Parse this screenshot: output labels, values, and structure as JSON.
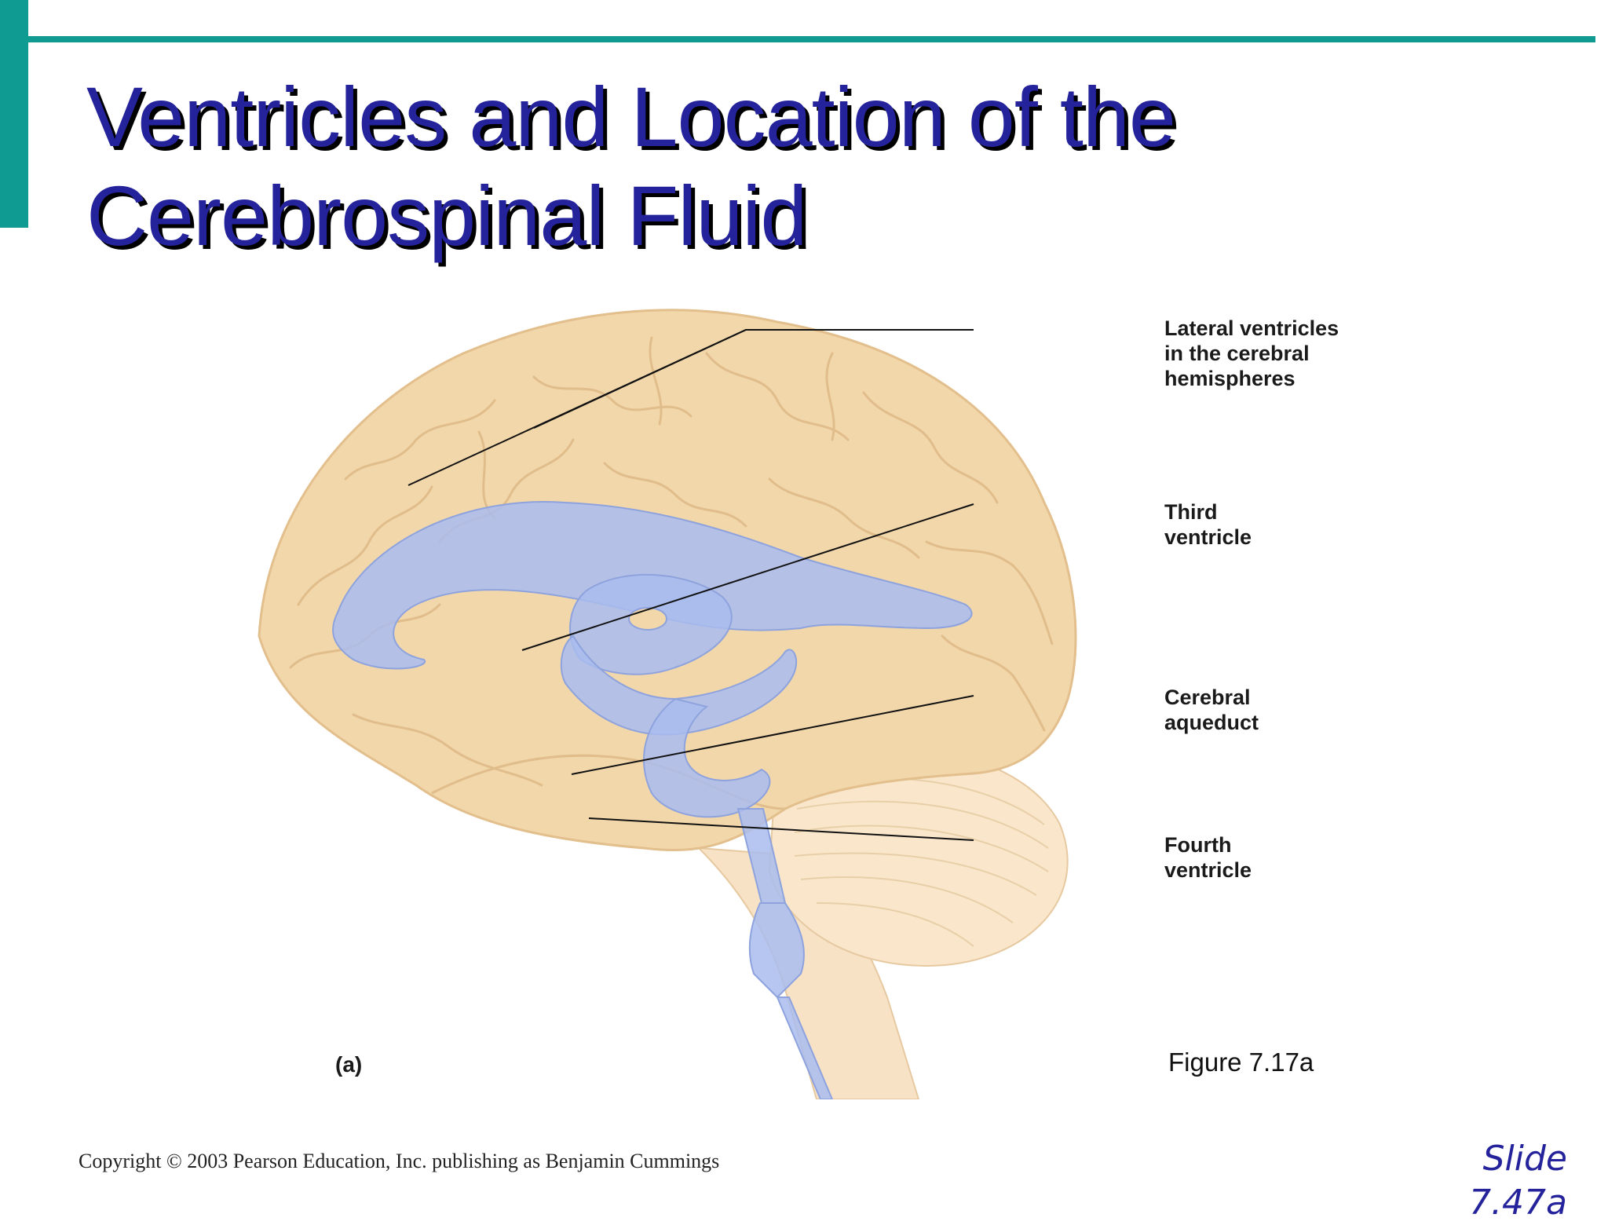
{
  "slide": {
    "title_line1": "Ventricles and Location of the",
    "title_line2": "Cerebrospinal Fluid",
    "figure_ref": "Figure 7.17a",
    "panel_letter": "(a)",
    "copyright": "Copyright © 2003 Pearson Education, Inc. publishing as Benjamin Cummings",
    "slide_label": "Slide",
    "slide_number": "7.47a"
  },
  "diagram": {
    "labels": {
      "lateral": [
        "Lateral ventricles",
        "in the cerebral",
        "hemispheres"
      ],
      "third": [
        "Third",
        "ventricle"
      ],
      "aqueduct": [
        "Cerebral",
        "aqueduct"
      ],
      "fourth": [
        "Fourth",
        "ventricle"
      ]
    }
  },
  "colors": {
    "accent": "#0f9a92",
    "title": "#25239b",
    "brain": "#f2d7ab",
    "ventricle": "#a9bcef"
  }
}
